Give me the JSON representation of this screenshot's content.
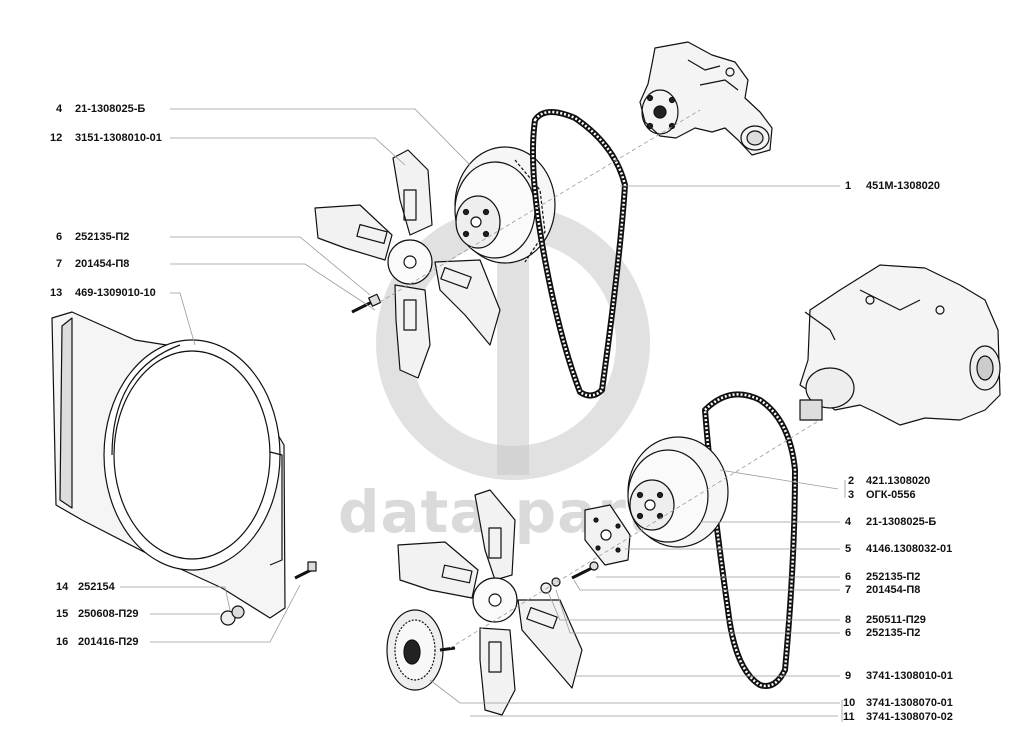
{
  "watermark": {
    "text": "data-part"
  },
  "colors": {
    "ink": "#111111",
    "leader": "#9a9a9a",
    "watermark": "#bcbcbc"
  },
  "callouts_left": [
    {
      "num": "4",
      "code": "21-1308025-Б"
    },
    {
      "num": "12",
      "code": "3151-1308010-01"
    },
    {
      "num": "6",
      "code": "252135-П2"
    },
    {
      "num": "7",
      "code": "201454-П8"
    },
    {
      "num": "13",
      "code": "469-1309010-10"
    },
    {
      "num": "14",
      "code": "252154"
    },
    {
      "num": "15",
      "code": "250608-П29"
    },
    {
      "num": "16",
      "code": "201416-П29"
    }
  ],
  "callouts_right": [
    {
      "num": "1",
      "code": "451М-1308020"
    },
    {
      "num": "2",
      "code": "421.1308020"
    },
    {
      "num": "3",
      "code": "ОГК-0556"
    },
    {
      "num": "4",
      "code": "21-1308025-Б"
    },
    {
      "num": "5",
      "code": "4146.1308032-01"
    },
    {
      "num": "6",
      "code": "252135-П2"
    },
    {
      "num": "7",
      "code": "201454-П8"
    },
    {
      "num": "8",
      "code": "250511-П29"
    },
    {
      "num": "6",
      "code": "252135-П2"
    },
    {
      "num": "9",
      "code": "3741-1308010-01"
    },
    {
      "num": "10",
      "code": "3741-1308070-01"
    },
    {
      "num": "11",
      "code": "3741-1308070-02"
    }
  ]
}
